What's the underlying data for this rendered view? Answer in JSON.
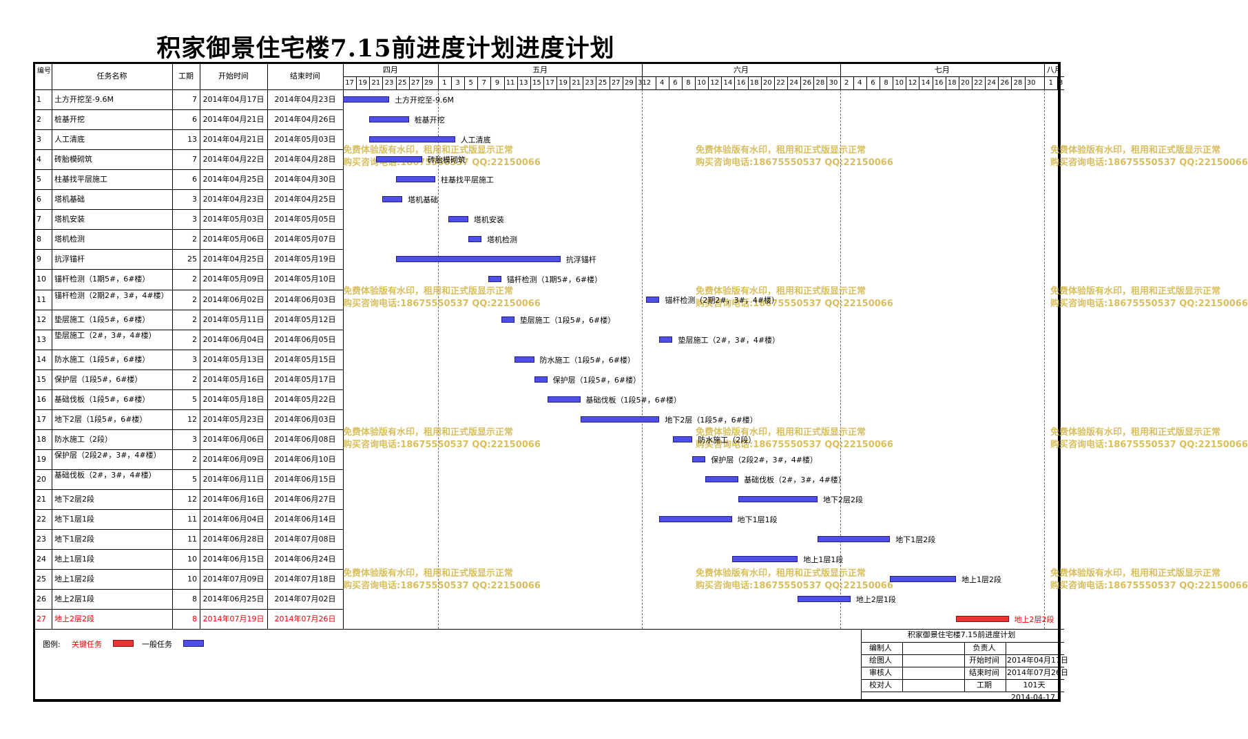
{
  "title": "积家御景住宅楼7.15前进度计划进度计划",
  "headers": {
    "num": "编号",
    "name": "任务名称",
    "dur": "工期",
    "start": "开始时间",
    "end": "结束时间"
  },
  "months": [
    "四月",
    "五月",
    "六月",
    "七月",
    "八月"
  ],
  "days": {
    "apr": [
      "17",
      "19",
      "21",
      "23",
      "25",
      "27",
      "29"
    ],
    "may": [
      "1",
      "3",
      "5",
      "7",
      "9",
      "11",
      "13",
      "15",
      "17",
      "19",
      "21",
      "23",
      "25",
      "27",
      "29",
      "31"
    ],
    "jun": [
      "2",
      "4",
      "6",
      "8",
      "10",
      "12",
      "14",
      "16",
      "18",
      "20",
      "22",
      "24",
      "26",
      "28",
      "30"
    ],
    "jul": [
      "2",
      "4",
      "6",
      "8",
      "10",
      "12",
      "14",
      "16",
      "18",
      "20",
      "22",
      "24",
      "26",
      "28",
      "30"
    ],
    "aug": [
      "1",
      "3"
    ]
  },
  "tasks": [
    {
      "id": "1",
      "name": "土方开挖至-9.6M",
      "dur": "7",
      "start": "2014年04月17日",
      "end": "2014年04月23日",
      "crit": false,
      "s": 0,
      "e": 7
    },
    {
      "id": "2",
      "name": "桩基开挖",
      "dur": "6",
      "start": "2014年04月21日",
      "end": "2014年04月26日",
      "crit": false,
      "s": 4,
      "e": 10
    },
    {
      "id": "3",
      "name": "人工清底",
      "dur": "13",
      "start": "2014年04月21日",
      "end": "2014年05月03日",
      "crit": false,
      "s": 4,
      "e": 17
    },
    {
      "id": "4",
      "name": "砖胎模砌筑",
      "dur": "7",
      "start": "2014年04月22日",
      "end": "2014年04月28日",
      "crit": false,
      "s": 5,
      "e": 12
    },
    {
      "id": "5",
      "name": "柱基找平层施工",
      "dur": "6",
      "start": "2014年04月25日",
      "end": "2014年04月30日",
      "crit": false,
      "s": 8,
      "e": 14
    },
    {
      "id": "6",
      "name": "塔机基础",
      "dur": "3",
      "start": "2014年04月23日",
      "end": "2014年04月25日",
      "crit": false,
      "s": 6,
      "e": 9
    },
    {
      "id": "7",
      "name": "塔机安装",
      "dur": "3",
      "start": "2014年05月03日",
      "end": "2014年05月05日",
      "crit": false,
      "s": 16,
      "e": 19
    },
    {
      "id": "8",
      "name": "塔机检测",
      "dur": "2",
      "start": "2014年05月06日",
      "end": "2014年05月07日",
      "crit": false,
      "s": 19,
      "e": 21
    },
    {
      "id": "9",
      "name": "抗浮锚杆",
      "dur": "25",
      "start": "2014年04月25日",
      "end": "2014年05月19日",
      "crit": false,
      "s": 8,
      "e": 33
    },
    {
      "id": "10",
      "name": "锚杆检测（1期5#，6#楼）",
      "dur": "2",
      "start": "2014年05月09日",
      "end": "2014年05月10日",
      "crit": false,
      "s": 22,
      "e": 24
    },
    {
      "id": "11",
      "name": "锚杆检测（2期2#，3#，4#楼）",
      "dur": "2",
      "start": "2014年06月02日",
      "end": "2014年06月03日",
      "crit": false,
      "s": 46,
      "e": 48
    },
    {
      "id": "12",
      "name": "垫层施工（1段5#，6#楼）",
      "dur": "2",
      "start": "2014年05月11日",
      "end": "2014年05月12日",
      "crit": false,
      "s": 24,
      "e": 26
    },
    {
      "id": "13",
      "name": "垫层施工（2#，3#，4#楼）",
      "dur": "2",
      "start": "2014年06月04日",
      "end": "2014年06月05日",
      "crit": false,
      "s": 48,
      "e": 50
    },
    {
      "id": "14",
      "name": "防水施工（1段5#，6#楼）",
      "dur": "3",
      "start": "2014年05月13日",
      "end": "2014年05月15日",
      "crit": false,
      "s": 26,
      "e": 29
    },
    {
      "id": "15",
      "name": "保护层（1段5#，6#楼）",
      "dur": "2",
      "start": "2014年05月16日",
      "end": "2014年05月17日",
      "crit": false,
      "s": 29,
      "e": 31
    },
    {
      "id": "16",
      "name": "基础伐板（1段5#，6#楼）",
      "dur": "5",
      "start": "2014年05月18日",
      "end": "2014年05月22日",
      "crit": false,
      "s": 31,
      "e": 36
    },
    {
      "id": "17",
      "name": "地下2层（1段5#，6#楼）",
      "dur": "12",
      "start": "2014年05月23日",
      "end": "2014年06月03日",
      "crit": false,
      "s": 36,
      "e": 48
    },
    {
      "id": "18",
      "name": "防水施工（2段）",
      "dur": "3",
      "start": "2014年06月06日",
      "end": "2014年06月08日",
      "crit": false,
      "s": 50,
      "e": 53
    },
    {
      "id": "19",
      "name": "保护层（2段2#，3#，4#楼）",
      "dur": "2",
      "start": "2014年06月09日",
      "end": "2014年06月10日",
      "crit": false,
      "s": 53,
      "e": 55
    },
    {
      "id": "20",
      "name": "基础伐板（2#，3#，4#楼）",
      "dur": "5",
      "start": "2014年06月11日",
      "end": "2014年06月15日",
      "crit": false,
      "s": 55,
      "e": 60
    },
    {
      "id": "21",
      "name": "地下2层2段",
      "dur": "12",
      "start": "2014年06月16日",
      "end": "2014年06月27日",
      "crit": false,
      "s": 60,
      "e": 72
    },
    {
      "id": "22",
      "name": "地下1层1段",
      "dur": "11",
      "start": "2014年06月04日",
      "end": "2014年06月14日",
      "crit": false,
      "s": 48,
      "e": 59
    },
    {
      "id": "23",
      "name": "地下1层2段",
      "dur": "11",
      "start": "2014年06月28日",
      "end": "2014年07月08日",
      "crit": false,
      "s": 72,
      "e": 83
    },
    {
      "id": "24",
      "name": "地上1层1段",
      "dur": "10",
      "start": "2014年06月15日",
      "end": "2014年06月24日",
      "crit": false,
      "s": 59,
      "e": 69
    },
    {
      "id": "25",
      "name": "地上1层2段",
      "dur": "10",
      "start": "2014年07月09日",
      "end": "2014年07月18日",
      "crit": false,
      "s": 83,
      "e": 93
    },
    {
      "id": "26",
      "name": "地上2层1段",
      "dur": "8",
      "start": "2014年06月25日",
      "end": "2014年07月02日",
      "crit": false,
      "s": 69,
      "e": 77
    },
    {
      "id": "27",
      "name": "地上2层2段",
      "dur": "8",
      "start": "2014年07月19日",
      "end": "2014年07月26日",
      "crit": true,
      "s": 93,
      "e": 101
    }
  ],
  "watermark": {
    "line1": "免费体验版有水印，租用和正式版显示正常",
    "line2": "购买咨询电话:18675550537 QQ:22150066"
  },
  "legend": {
    "label": "图例:",
    "critical": "关键任务",
    "general": "一般任务",
    "critical_color": "#e83434",
    "general_color": "#4f4fe8"
  },
  "info": {
    "title": "积家御景住宅楼7.15前进度计划",
    "editor_label": "编制人",
    "editor": "",
    "owner_label": "负责人",
    "owner": "",
    "drawer_label": "绘图人",
    "drawer": "",
    "start_label": "开始时间",
    "start": "2014年04月17日",
    "reviewer_label": "审核人",
    "reviewer": "",
    "end_label": "结束时间",
    "end": "2014年07月26日",
    "checker_label": "校对人",
    "checker": "",
    "dur_label": "工期",
    "dur": "101天",
    "date": "2014-04-17"
  }
}
